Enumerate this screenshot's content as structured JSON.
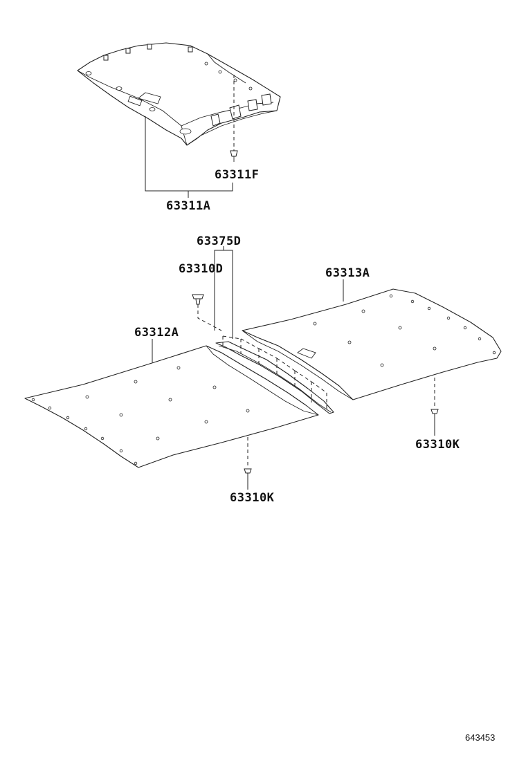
{
  "labels": {
    "headliner_assy": "63311A",
    "headliner_clip": "63311F",
    "seal_strip": "63375D",
    "seal_clip": "63310D",
    "rear_panel": "63313A",
    "front_panel": "63312A",
    "rear_clip": "63310K",
    "front_clip": "63310K"
  },
  "diagram_id": "643453"
}
